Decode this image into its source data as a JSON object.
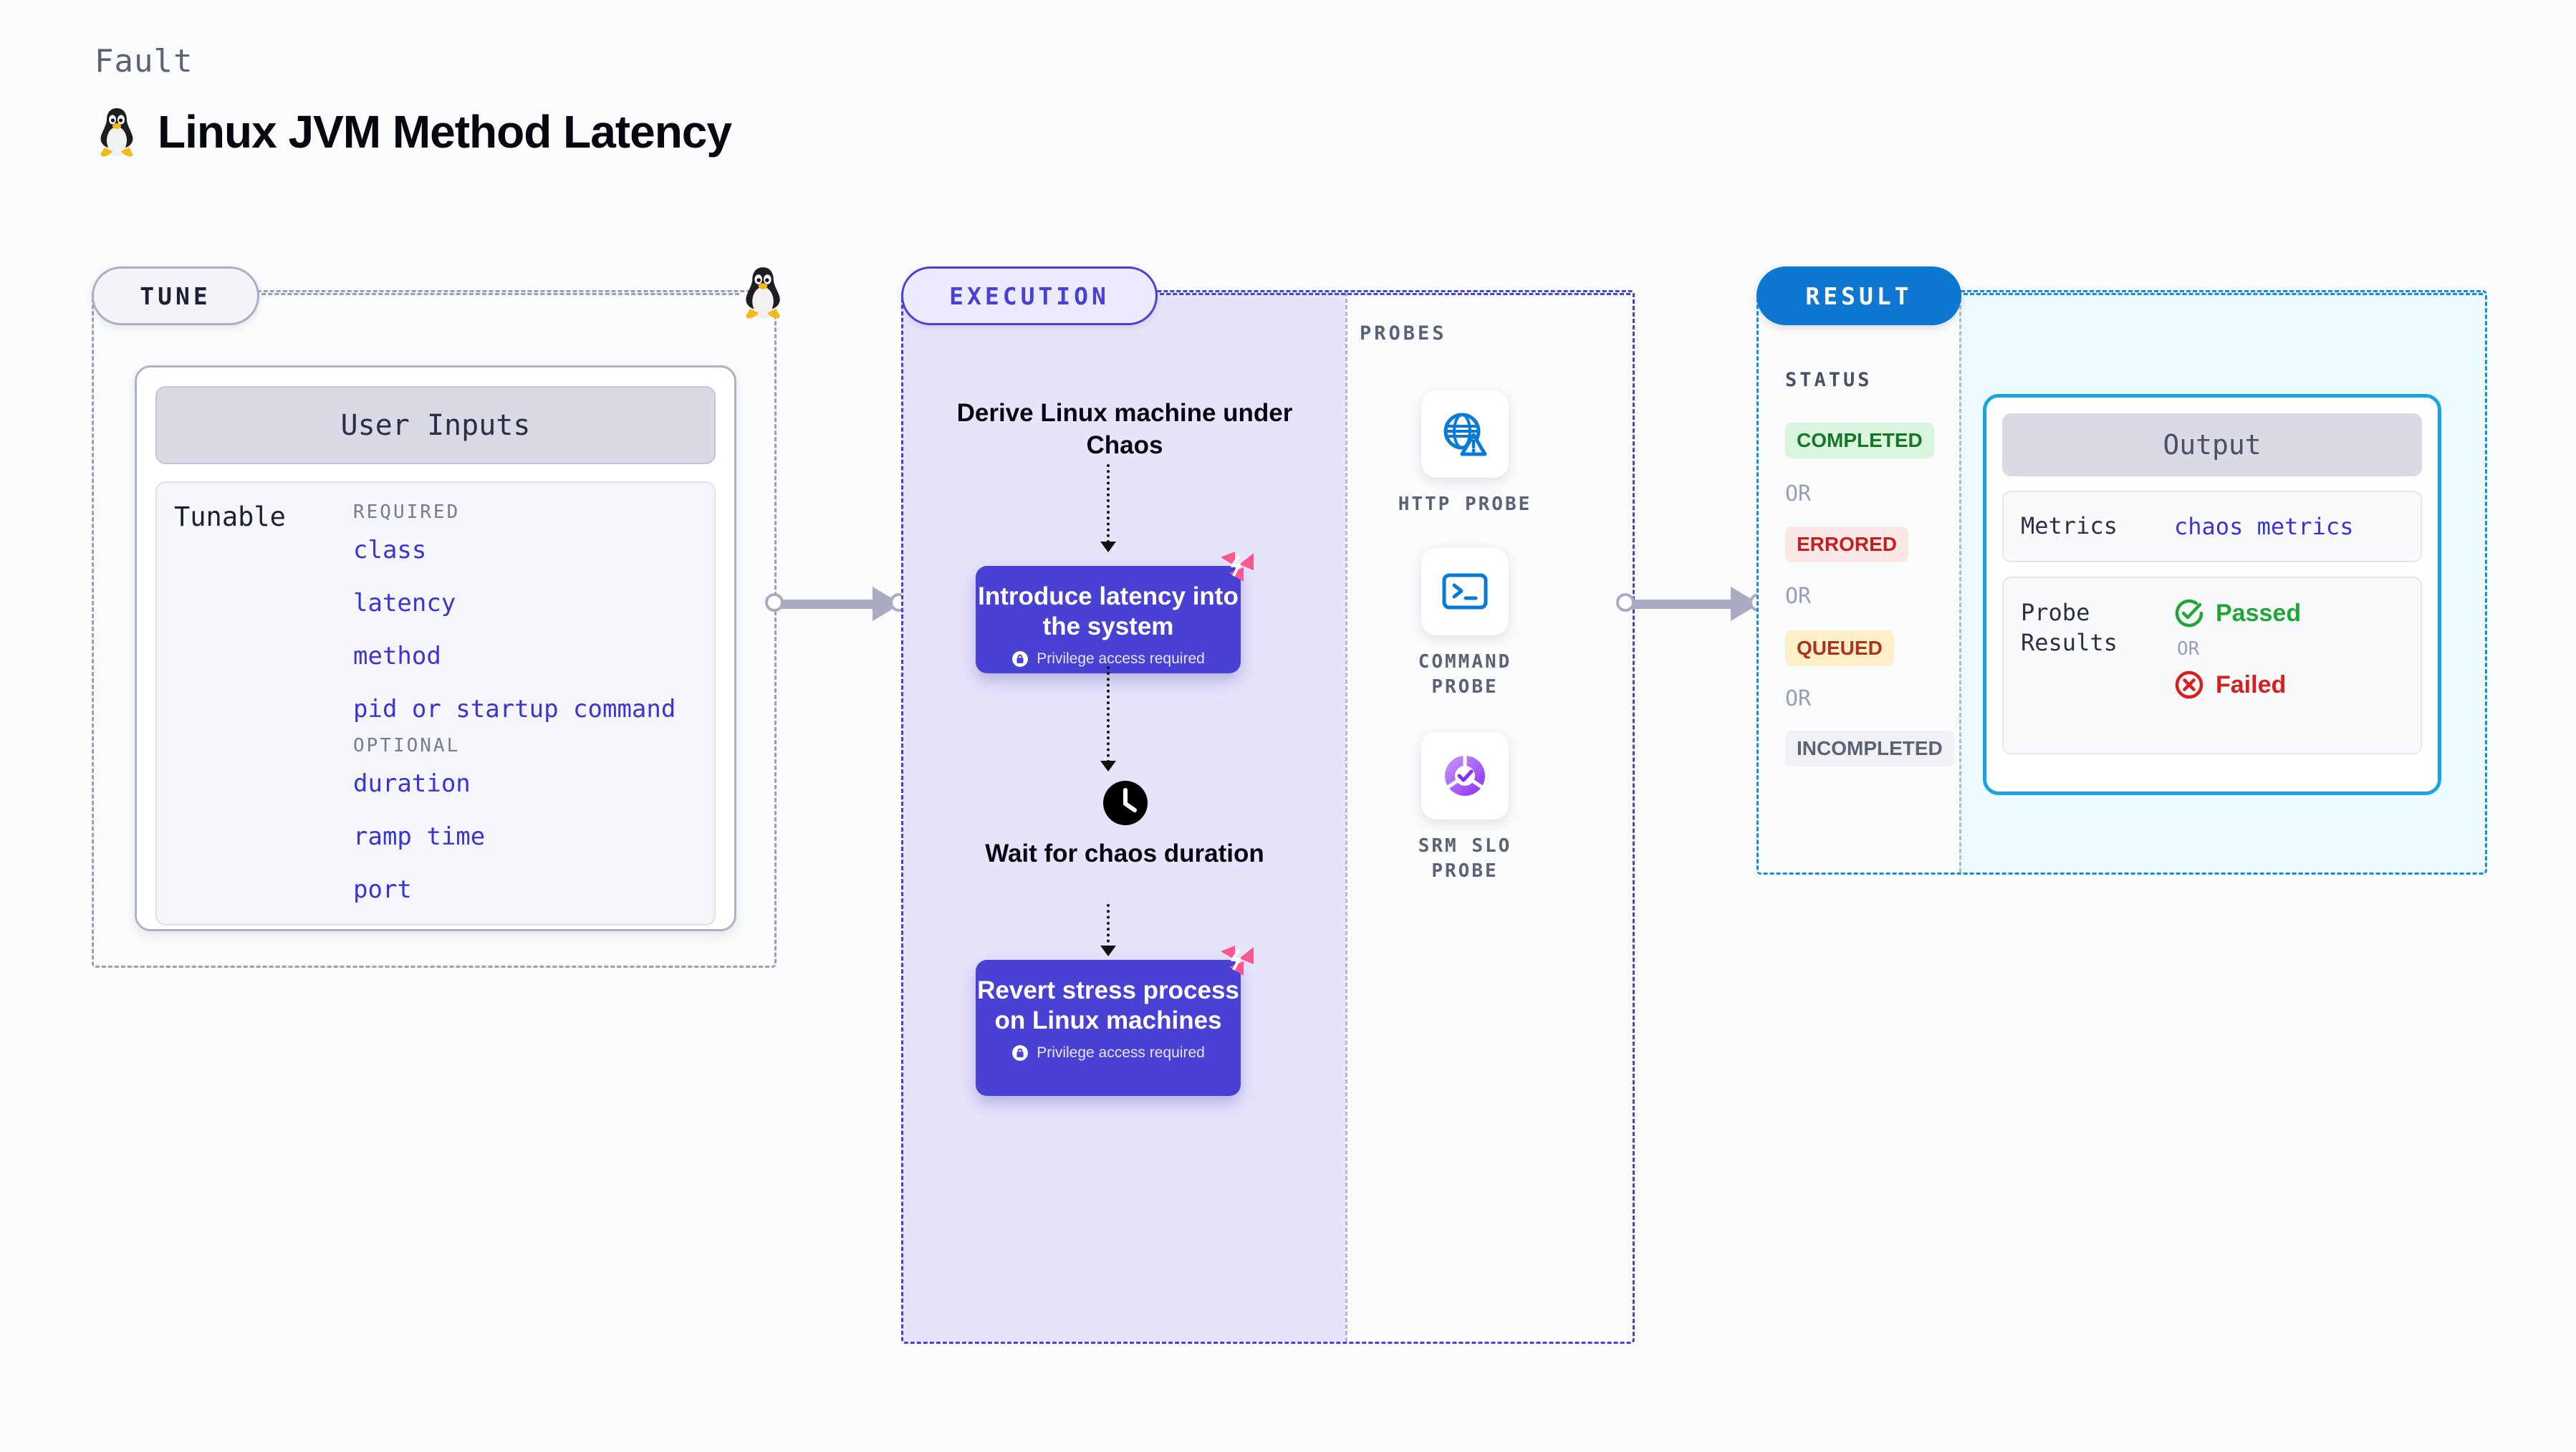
{
  "header": {
    "kicker": "Fault",
    "title": "Linux JVM Method Latency",
    "icon": "linux-penguin-icon"
  },
  "tune": {
    "pill_label": "TUNE",
    "card": {
      "header": "User Inputs",
      "tunable_label": "Tunable",
      "groups": [
        {
          "name": "REQUIRED",
          "items": [
            "class",
            "latency",
            "method",
            "pid or startup command"
          ]
        },
        {
          "name": "OPTIONAL",
          "items": [
            "duration",
            "ramp time",
            "port"
          ]
        }
      ]
    }
  },
  "execution": {
    "pill_label": "EXECUTION",
    "steps": [
      {
        "type": "plain",
        "text": "Derive Linux machine under Chaos"
      },
      {
        "type": "action",
        "text": "Introduce latency into the system",
        "note": "Privilege access required",
        "badge": "harness-logo-icon",
        "lock": "lock-icon"
      },
      {
        "type": "wait",
        "text": "Wait for chaos duration",
        "icon": "clock-icon"
      },
      {
        "type": "action",
        "text": "Revert stress process on Linux machines",
        "note": "Privilege access required",
        "badge": "harness-logo-icon",
        "lock": "lock-icon"
      }
    ]
  },
  "probes": {
    "section_label": "PROBES",
    "items": [
      {
        "name": "HTTP PROBE",
        "icon": "globe-warning-icon"
      },
      {
        "name": "COMMAND PROBE",
        "icon": "terminal-icon"
      },
      {
        "name": "SRM SLO PROBE",
        "icon": "slo-donut-check-icon"
      }
    ]
  },
  "result": {
    "pill_label": "RESULT",
    "status_label": "STATUS",
    "or_label": "OR",
    "statuses": [
      {
        "label": "COMPLETED",
        "bg": "#d9f5dd",
        "fg": "#18762a"
      },
      {
        "label": "ERRORED",
        "bg": "#fde8e8",
        "fg": "#c21f1f"
      },
      {
        "label": "QUEUED",
        "bg": "#fdf0c8",
        "fg": "#a8351c"
      },
      {
        "label": "INCOMPLETED",
        "bg": "#f0f1f5",
        "fg": "#5b6275"
      }
    ],
    "output": {
      "header": "Output",
      "metrics_key": "Metrics",
      "metrics_value": "chaos metrics",
      "probe_results_key": "Probe Results",
      "passed_label": "Passed",
      "failed_label": "Failed",
      "or_label": "OR",
      "passed_icon": "check-circle-icon",
      "failed_icon": "x-circle-icon"
    }
  },
  "colors": {
    "accent_purple": "#4940d4",
    "accent_blue": "#0e77d2",
    "cyan_border": "#19a3e3",
    "pink_badge": "#f9588e",
    "connector_grey": "#a8abc2"
  }
}
